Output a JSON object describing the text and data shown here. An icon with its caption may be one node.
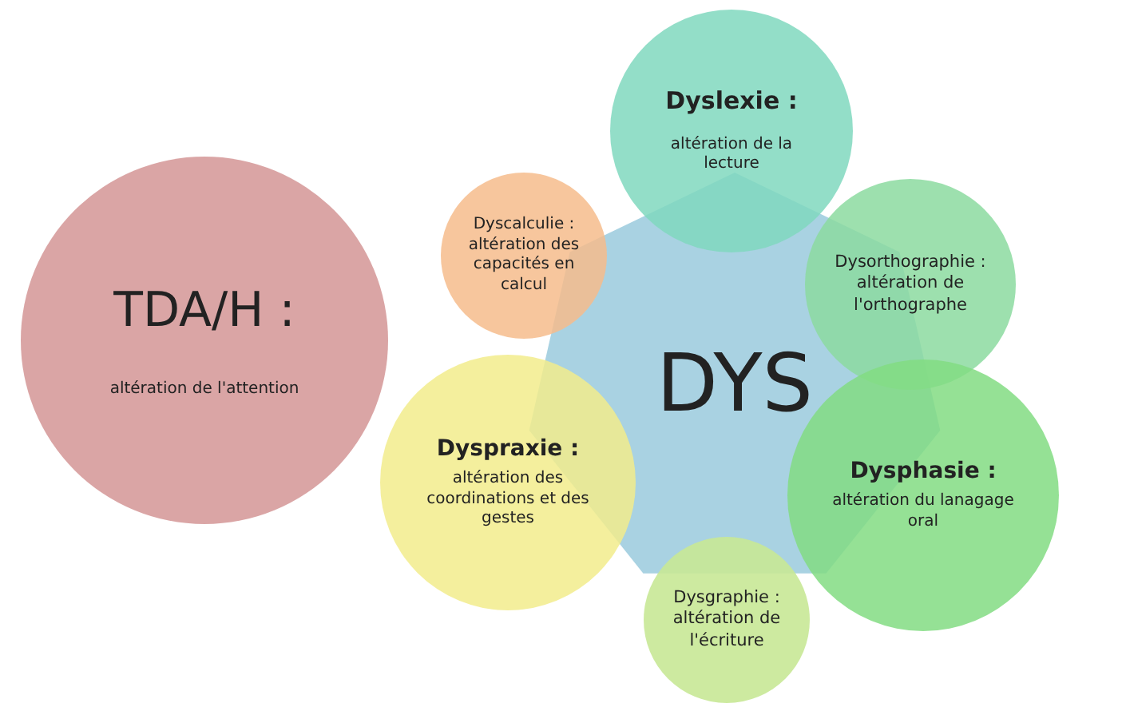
{
  "diagram": {
    "nodes": [
      {
        "text": [
          "TDA/H :",
          "altération de l'attention"
        ]
      },
      {
        "text": [
          "Dyslexie :",
          "altération de la lecture"
        ]
      },
      {
        "text": [
          "Dyscalculie :",
          "altération des capacités en calcul"
        ]
      },
      {
        "text": [
          "Dysorthographie :",
          "altération de l'orthographe"
        ]
      },
      {
        "text": [
          "DYS"
        ]
      },
      {
        "text": [
          "Dyspraxie :",
          "altération des coordinations et des gestes"
        ]
      },
      {
        "text": [
          "Dysphasie :",
          "altération du lanagage oral"
        ]
      },
      {
        "text": [
          "Dysgraphie :",
          "altération de l'écriture"
        ]
      }
    ]
  }
}
